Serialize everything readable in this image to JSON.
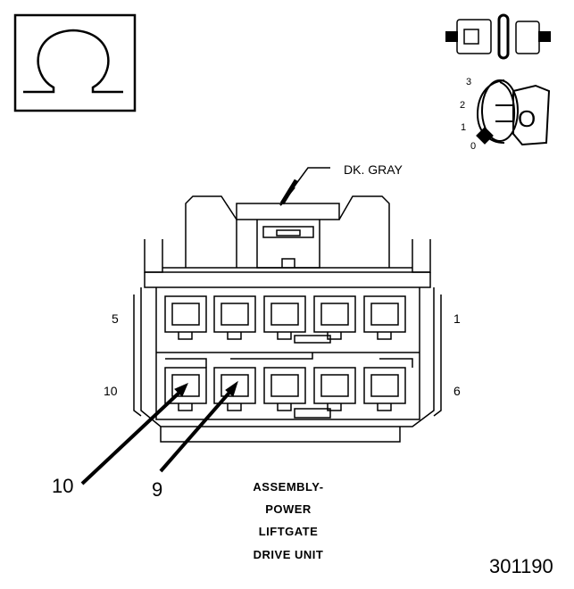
{
  "symbol": {
    "name": "resistance-ohm-symbol",
    "glyph": "Ω"
  },
  "ignition": {
    "key_positions": [
      "3",
      "2",
      "1",
      "0"
    ],
    "key_face_label": "O"
  },
  "connector": {
    "wire_color_label": "DK. GRAY",
    "pin_labels": {
      "top_left": "5",
      "top_right": "1",
      "bottom_left": "10",
      "bottom_right": "6"
    },
    "callouts": [
      "10",
      "9"
    ]
  },
  "caption": {
    "lines": [
      "ASSEMBLY-",
      "POWER",
      "LIFTGATE",
      "DRIVE UNIT"
    ]
  },
  "figure_number": "301190",
  "colors": {
    "line": "#000000",
    "background": "#ffffff"
  }
}
